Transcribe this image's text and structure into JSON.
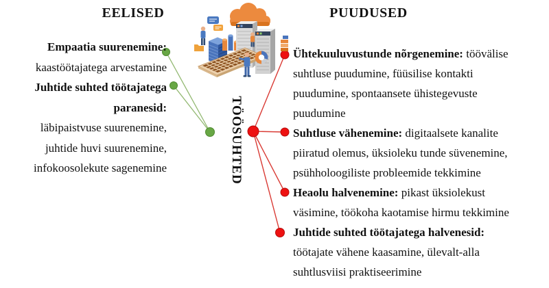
{
  "palette": {
    "advantage_green_dot": "#68A745",
    "advantage_green_line": "#92B871",
    "disadvantage_red_dot": "#EE1111",
    "disadvantage_red_line": "#D93A34",
    "text_color": "#111111",
    "background": "#FFFFFF"
  },
  "center": {
    "label": "TÖÖSUHTED"
  },
  "advantages": {
    "title": "EELISED",
    "lines": [
      "Empaatia suurenemine:",
      "kaastöötajatega arvestamine",
      "Juhtide suhted töötajatega",
      "paranesid:",
      "läbipaistvuse suurenemine,",
      "juhtide huvi suurenemine,",
      "infokoosolekute sagenemine"
    ]
  },
  "disadvantages": {
    "title": "PUUDUSED",
    "items": [
      {
        "lead": "Ühtekuuluvustunde nõrgenemine:",
        "lead_rest": " töövälise",
        "lines": [
          "suhtluse puudumine, füüsilise kontakti",
          "puudumine, spontaansete ühistegevuste",
          "puudumine"
        ]
      },
      {
        "lead": "Suhtluse vähenemine:",
        "lead_rest": " digitaalsete kanalite",
        "lines": [
          "piiratud olemus, üksioleku tunde süvenemine,",
          "psühholoogiliste probleemide tekkimine"
        ]
      },
      {
        "lead": "Heaolu halvenemine:",
        "lead_rest": " pikast üksiolekust",
        "lines": [
          "väsimine, töökoha kaotamise hirmu tekkimine"
        ]
      },
      {
        "lead": "Juhtide suhted töötajatega halvenesid:",
        "lead_rest": "",
        "lines": [
          "töötajate vähene kaasamine, ülevalt-alla",
          "suhtlusviisi praktiseerimine"
        ]
      }
    ]
  },
  "illustration": {
    "name": "remote-work-servers-cloud-clipart"
  }
}
